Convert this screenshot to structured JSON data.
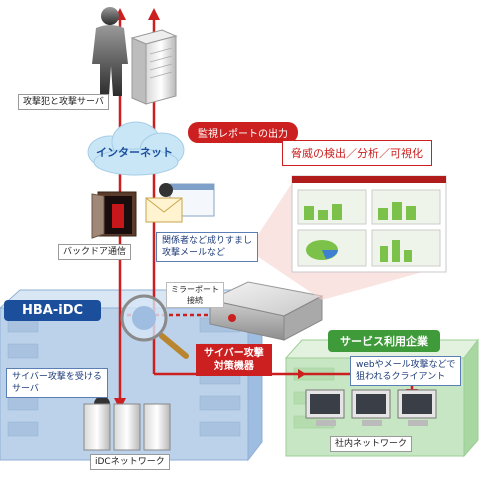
{
  "labels": {
    "attacker": "攻撃犯と攻撃サーバ",
    "internet": "インターネット",
    "monitor_report": "監視レポートの出力",
    "threat_detect": "脅威の検出／分析／可視化",
    "backdoor": "バックドア通信",
    "spoof_mail": "関係者など成りすまし\n攻撃メールなど",
    "mirror_port": "ミラーポート\n接続",
    "hba_idc": "HBA-iDC",
    "service_company": "サービス利用企業",
    "cyber_device": "サイバー攻撃\n対策機器",
    "attacked_server": "サイバー攻撃を受ける\nサーバ",
    "targeted_client": "webやメール攻撃などで\n狙われるクライアント",
    "idc_network": "iDCネットワーク",
    "internal_network": "社内ネットワーク"
  },
  "colors": {
    "accent_red": "#cc1f1f",
    "left_building": "#bcd2ea",
    "right_building": "#c7e6c3",
    "cloud": "#c9e6f7",
    "label_blue": "#1b4f9c"
  },
  "icons": [
    "person-silhouette-icon",
    "server-tower-icon",
    "cloud-icon",
    "door-icon",
    "envelope-icon",
    "magnifier-icon",
    "appliance-icon",
    "computer-icon",
    "report-screen-icon"
  ]
}
